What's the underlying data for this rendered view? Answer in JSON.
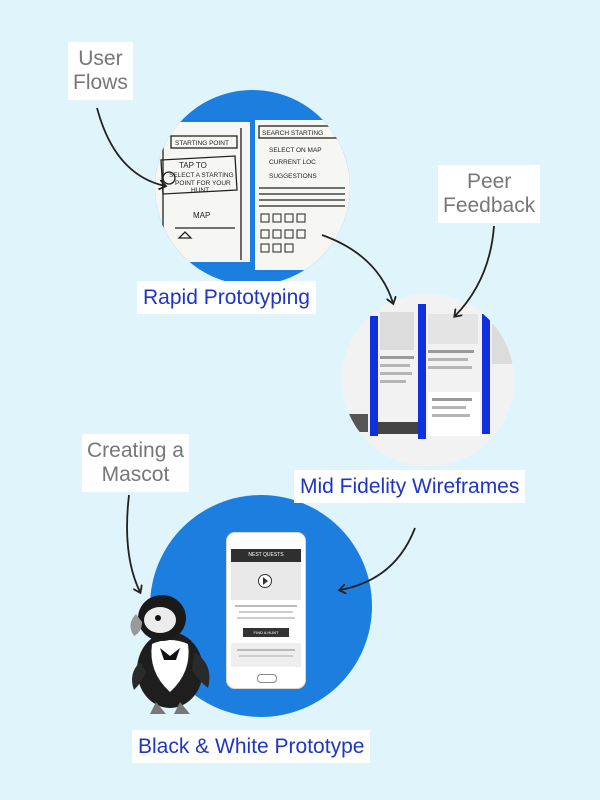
{
  "colors": {
    "background": "#e0f4fc",
    "circle_blue": "#1c7fe0",
    "stage_text": "#1e35c8",
    "note_text": "#777777"
  },
  "stages": {
    "rapid_prototyping": "Rapid Prototyping",
    "mid_fidelity": "Mid Fidelity Wireframes",
    "bw_prototype": "Black & White Prototype"
  },
  "notes": {
    "user_flows_1": "User",
    "user_flows_2": "Flows",
    "peer_feedback_1": "Peer",
    "peer_feedback_2": "Feedback",
    "mascot_1": "Creating a",
    "mascot_2": "Mascot"
  },
  "sketch": {
    "starting_point": "STARTING POINT",
    "tap_1": "TAP TO",
    "tap_2": "SELECT A STARTING",
    "tap_3": "POINT FOR YOUR",
    "tap_4": "HUNT",
    "map": "MAP",
    "search": "SEARCH STARTING",
    "opt_1": "SELECT ON MAP",
    "opt_2": "CURRENT LOC",
    "opt_3": "SUGGESTIONS"
  },
  "phone": {
    "app_title": "NEST QUESTS",
    "cta": "FIND A HUNT"
  },
  "icons": [
    "mascot-puffin-icon",
    "play-icon",
    "arrow-icon"
  ]
}
